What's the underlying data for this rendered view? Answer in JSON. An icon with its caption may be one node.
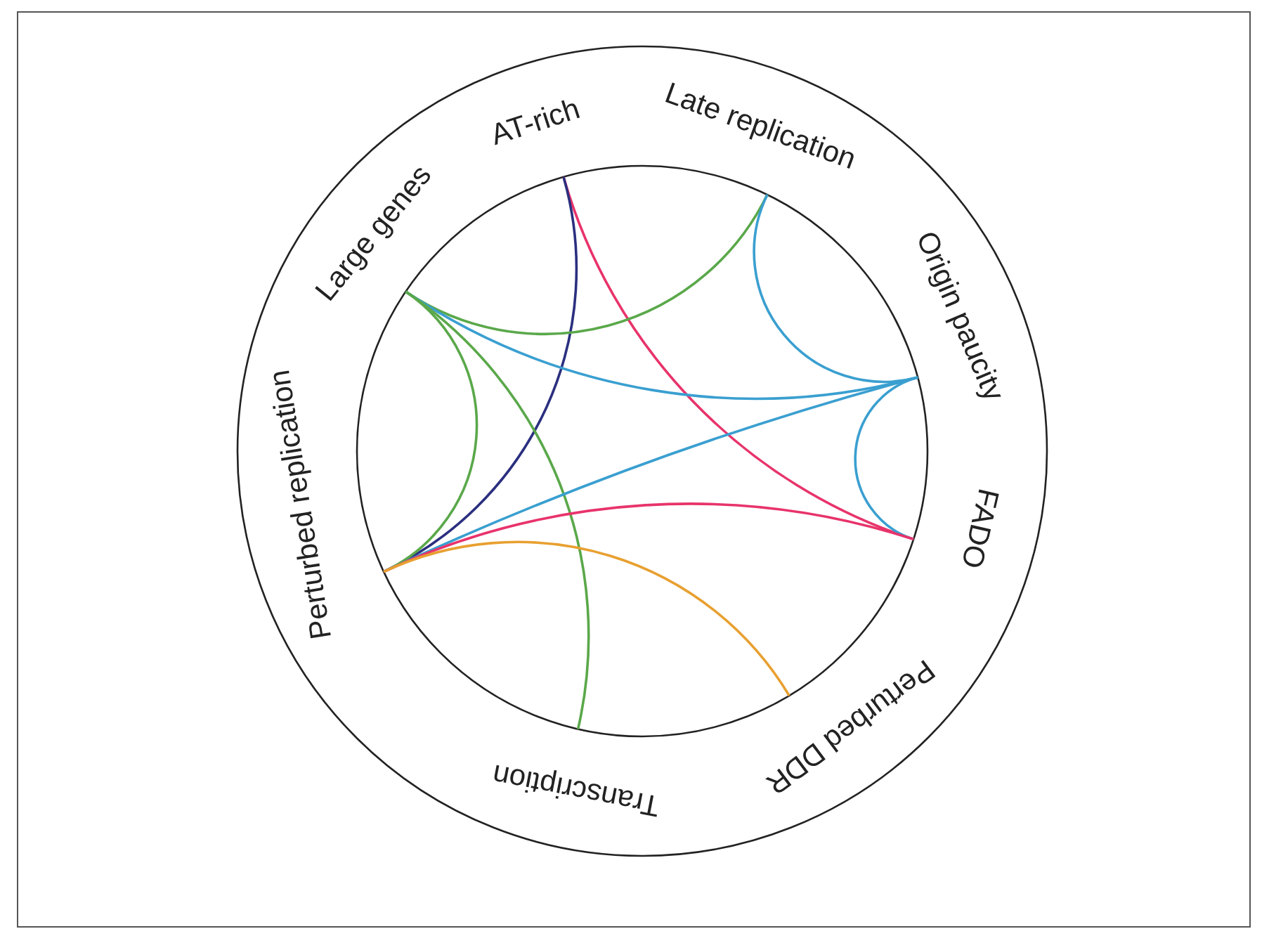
{
  "diagram": {
    "nodes": [
      {
        "text": [
          "AT-rich"
        ]
      },
      {
        "text": [
          "Late replication"
        ]
      },
      {
        "text": [
          "Origin paucity"
        ]
      },
      {
        "text": [
          "FADO"
        ]
      },
      {
        "text": [
          "Perturbed DDR"
        ]
      },
      {
        "text": [
          "Transcription"
        ]
      },
      {
        "text": [
          "Perturbed replication"
        ]
      },
      {
        "text": [
          "Large genes"
        ]
      }
    ],
    "edges": [
      {
        "from": 0,
        "to": 3,
        "arrow": "none",
        "color": "#e8336b"
      },
      {
        "from": 0,
        "to": 6,
        "arrow": "none",
        "color": "#2b2f7f"
      },
      {
        "from": 1,
        "to": 7,
        "arrow": "none",
        "color": "#5aa84a"
      },
      {
        "from": 1,
        "to": 2,
        "arrow": "none"
      },
      {
        "from": 7,
        "to": 2,
        "arrow": "none"
      },
      {
        "from": 7,
        "to": 6,
        "arrow": "none",
        "color": "#5aa84a"
      },
      {
        "from": 7,
        "to": 5,
        "arrow": "none",
        "color": "#5aa84a"
      },
      {
        "from": 2,
        "to": 3,
        "arrow": "none"
      },
      {
        "from": 2,
        "to": 6,
        "arrow": "none"
      },
      {
        "from": 6,
        "to": 3,
        "arrow": "none",
        "color": "#e8336b"
      },
      {
        "from": 6,
        "to": 4,
        "arrow": "none",
        "color": "#e8a030"
      }
    ]
  }
}
